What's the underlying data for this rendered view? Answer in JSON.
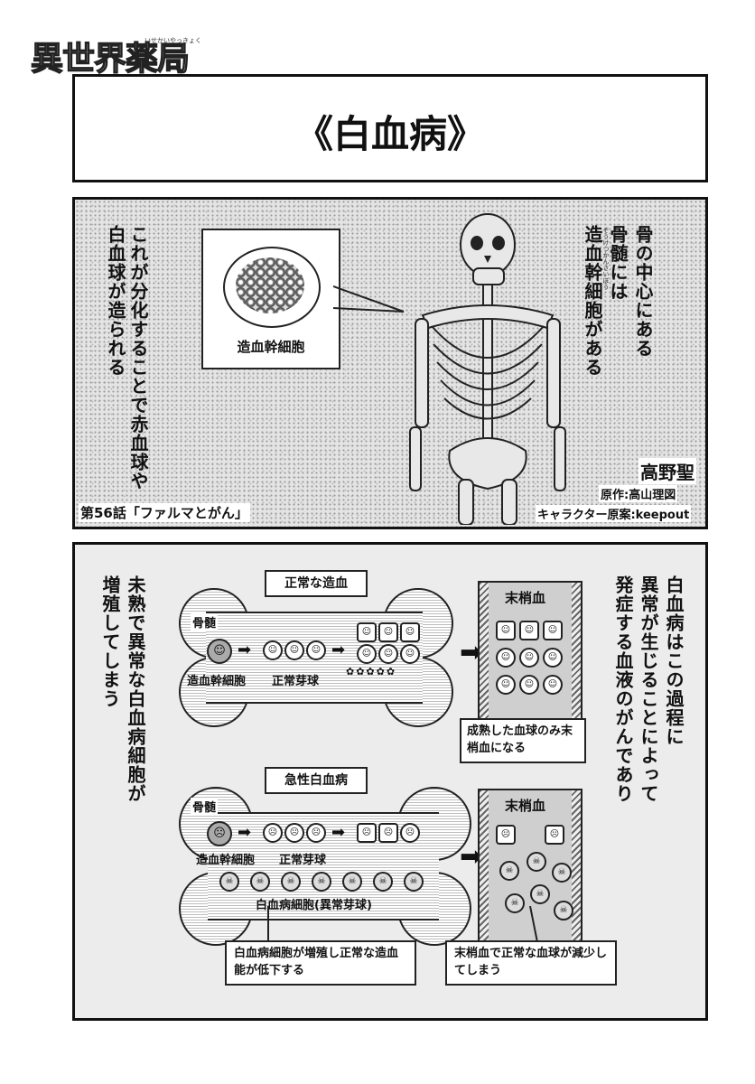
{
  "header": {
    "logo": "異世界薬局",
    "logo_ruby": "いせかいやっきょく",
    "title": "《白血病》"
  },
  "panel1": {
    "left_text": "これが分化することで赤血球や白血球が造られる",
    "inset_label": "造血幹細胞",
    "right_text_line1": "骨の中心にある",
    "right_text_line2": "骨髄には",
    "right_text_line3": "造血幹細胞がある",
    "right_ruby": "ぞうけつかんさいぼう",
    "author": "高野聖",
    "original": "原作:高山理図",
    "character": "キャラクター原案:keepout",
    "chapter": "第56話「ファルマとがん」"
  },
  "panel2": {
    "left_text_line1": "未熟で異常な白血病細胞が",
    "left_text_line2": "増殖してしまう",
    "right_text_line1": "白血病はこの過程に",
    "right_text_line2": "異常が生じることによって",
    "right_text_line3": "発症する血液のがんであり",
    "normal": {
      "title": "正常な造血",
      "bone_label": "骨髄",
      "stem_label": "造血幹細胞",
      "blast_label": "正常芽球",
      "vessel_label": "末梢血",
      "note": "成熟した血球のみ末梢血になる"
    },
    "acute": {
      "title": "急性白血病",
      "bone_label": "骨髄",
      "stem_label": "造血幹細胞",
      "blast_label": "正常芽球",
      "leuk_label": "白血病細胞(異常芽球)",
      "vessel_label": "末梢血",
      "note1": "白血病細胞が増殖し正常な造血能が低下する",
      "note2": "末梢血で正常な血球が減少してしまう"
    }
  }
}
